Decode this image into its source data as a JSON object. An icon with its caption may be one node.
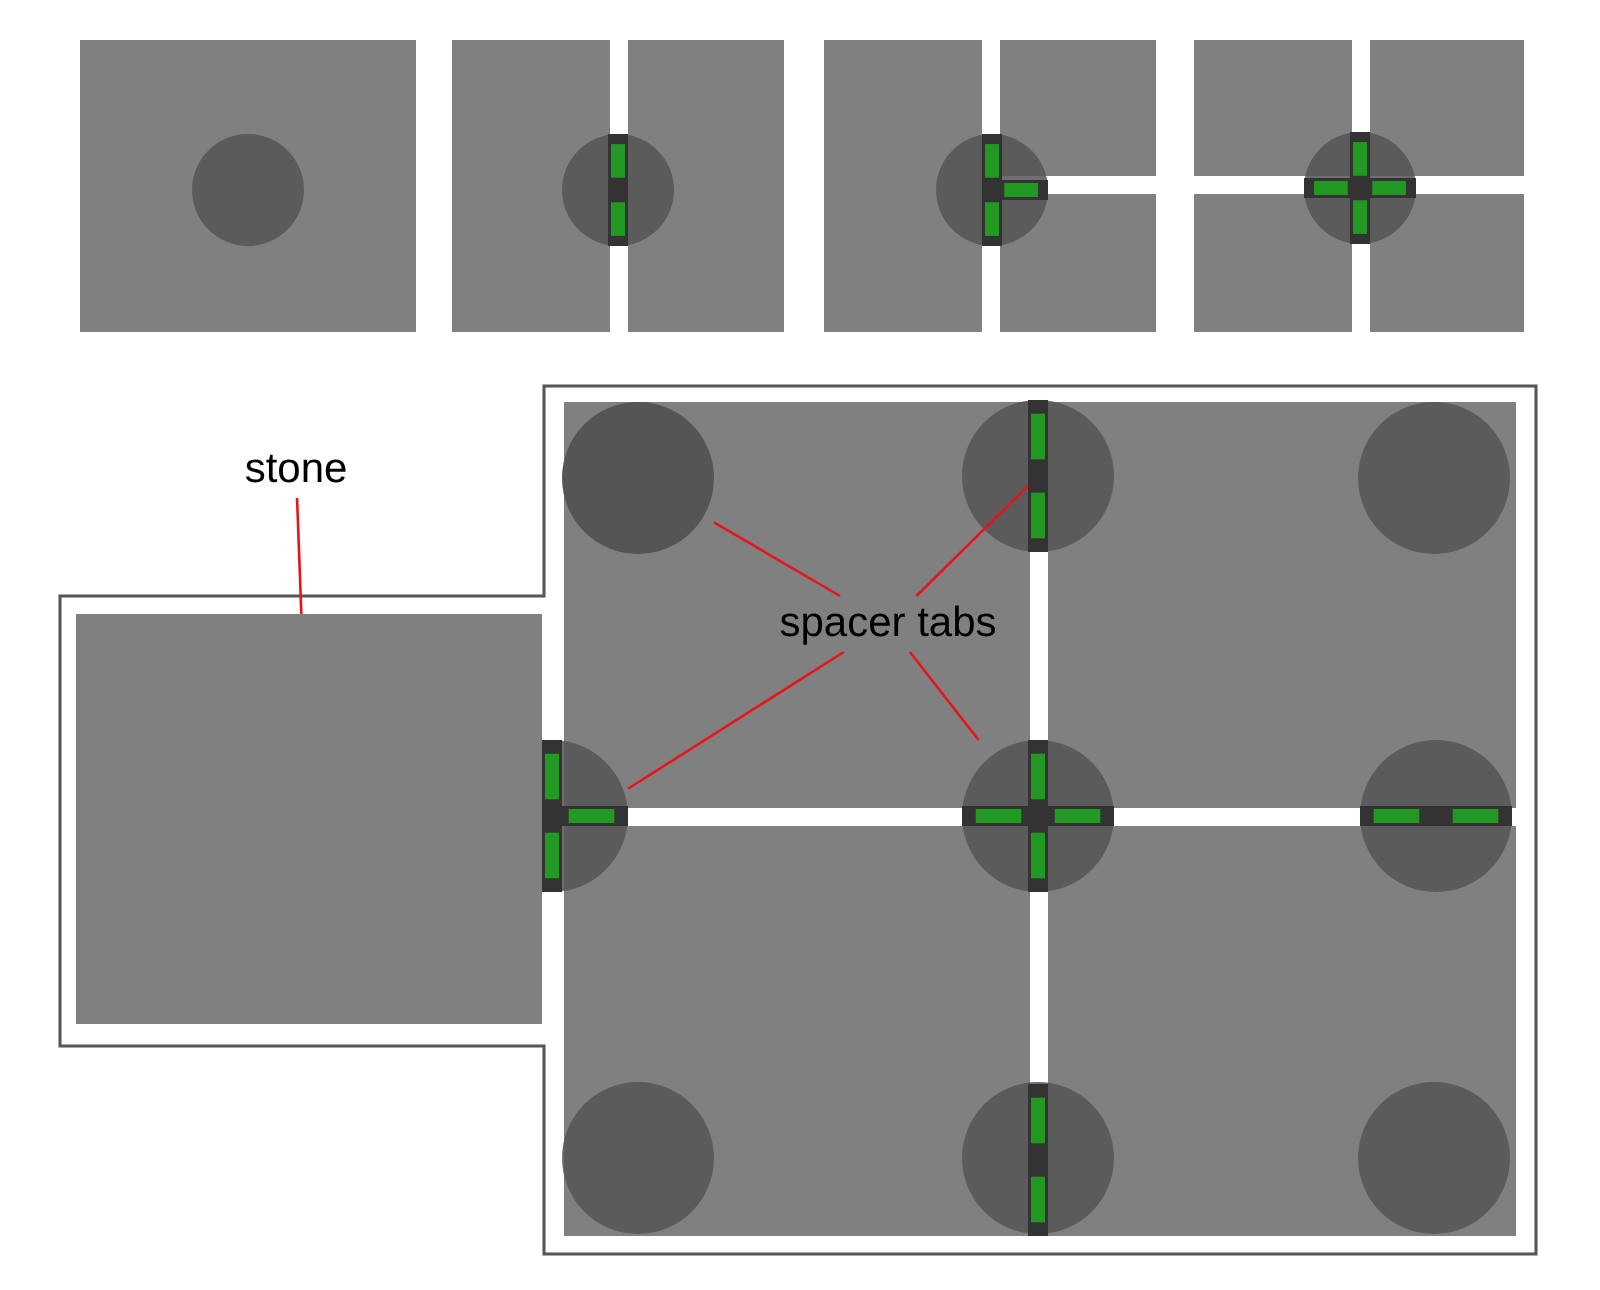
{
  "diagram": {
    "nodes": [
      {
        "text": [
          "stone"
        ]
      },
      {
        "text": [],
        "shape": "box"
      },
      {
        "text": [
          "spacer tabs"
        ]
      },
      {
        "text": [],
        "shape": "circle"
      },
      {
        "text": [],
        "shape": "bar"
      },
      {
        "text": [],
        "shape": "cross"
      },
      {
        "text": [],
        "shape": "cross"
      }
    ],
    "edges": [
      {
        "from": 0,
        "to": 1,
        "arrow": "none"
      },
      {
        "from": 2,
        "to": 3,
        "arrow": "none"
      },
      {
        "from": 2,
        "to": 4,
        "arrow": "none"
      },
      {
        "from": 2,
        "to": 5,
        "arrow": "none"
      },
      {
        "from": 2,
        "to": 6,
        "arrow": "none"
      }
    ]
  }
}
